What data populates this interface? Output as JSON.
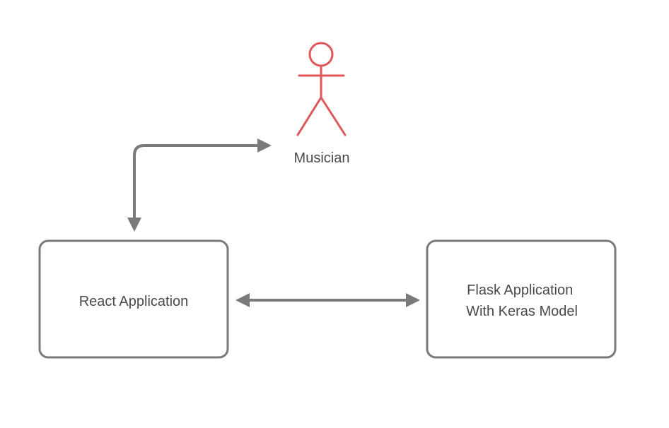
{
  "colors": {
    "node_border": "#7a7a7a",
    "edge": "#7a7a7a",
    "text": "#4a4a4a",
    "actor": "#e0575b"
  },
  "actor": {
    "label": "Musician",
    "icon": "stick-figure-icon"
  },
  "nodes": {
    "react": {
      "lines": [
        "React Application"
      ]
    },
    "flask": {
      "lines": [
        "Flask Application",
        "With Keras Model"
      ]
    }
  },
  "edges": [
    {
      "from": "react",
      "to": "actor",
      "direction": "both"
    },
    {
      "from": "react",
      "to": "flask",
      "direction": "both"
    }
  ]
}
